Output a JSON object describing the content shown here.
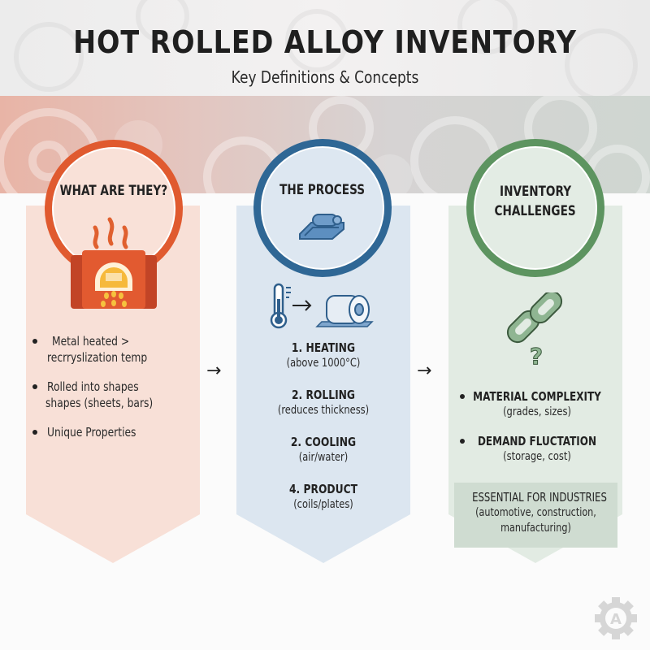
{
  "header": {
    "title": "HOT ROLLED ALLOY INVENTORY",
    "subtitle": "Key Definitions & Concepts"
  },
  "columns": [
    {
      "id": "what",
      "heading": "WHAT ARE THEY?",
      "color": "#e05a2f",
      "background": "#f8e0d7",
      "icon": "furnace-icon",
      "bullets": [
        "Metal heated >",
        "recrryslization temp",
        "Rolled into shapes",
        "shapes (sheets, bars)",
        "Unique Properties"
      ],
      "items": [
        {
          "line1": "Metal heated >",
          "line2": "recrryslization temp"
        },
        {
          "line1": "Rolled into shapes",
          "line2": "shapes (sheets, bars)"
        },
        {
          "line1": "Unique Properties",
          "line2": ""
        }
      ]
    },
    {
      "id": "process",
      "heading": "THE PROCESS",
      "color": "#2f6795",
      "background": "#dce6f0",
      "icon": "rolling-mill-icon",
      "secondary_icons": [
        "thermometer-icon",
        "arrow-right-icon",
        "steel-coil-icon"
      ],
      "steps": [
        {
          "title": "1. HEATING",
          "desc": "(above 1000°C)"
        },
        {
          "title": "2. ROLLING",
          "desc": "(reduces thickness)"
        },
        {
          "title": "2. COOLING",
          "desc": "(air/water)"
        },
        {
          "title": "4. PRODUCT",
          "desc": "(coils/plates)"
        }
      ]
    },
    {
      "id": "challenges",
      "heading_line1": "INVENTORY",
      "heading_line2": "CHALLENGES",
      "color": "#5d9460",
      "background": "#e2ebe3",
      "icon": "chain-link-question-icon",
      "items": [
        {
          "title": "MATERIAL COMPLEXITY",
          "desc": "(grades, sizes)"
        },
        {
          "title": "DEMAND FLUCTATION",
          "desc": "(storage, cost)"
        }
      ],
      "callout": {
        "title": "ESSENTIAL FOR INDUSTRIES",
        "desc_line1": "(automotive, construction,",
        "desc_line2": "manufacturing)"
      }
    }
  ],
  "arrows": [
    "→",
    "→"
  ],
  "logo": {
    "letter": "A",
    "icon": "gear-logo-icon"
  }
}
